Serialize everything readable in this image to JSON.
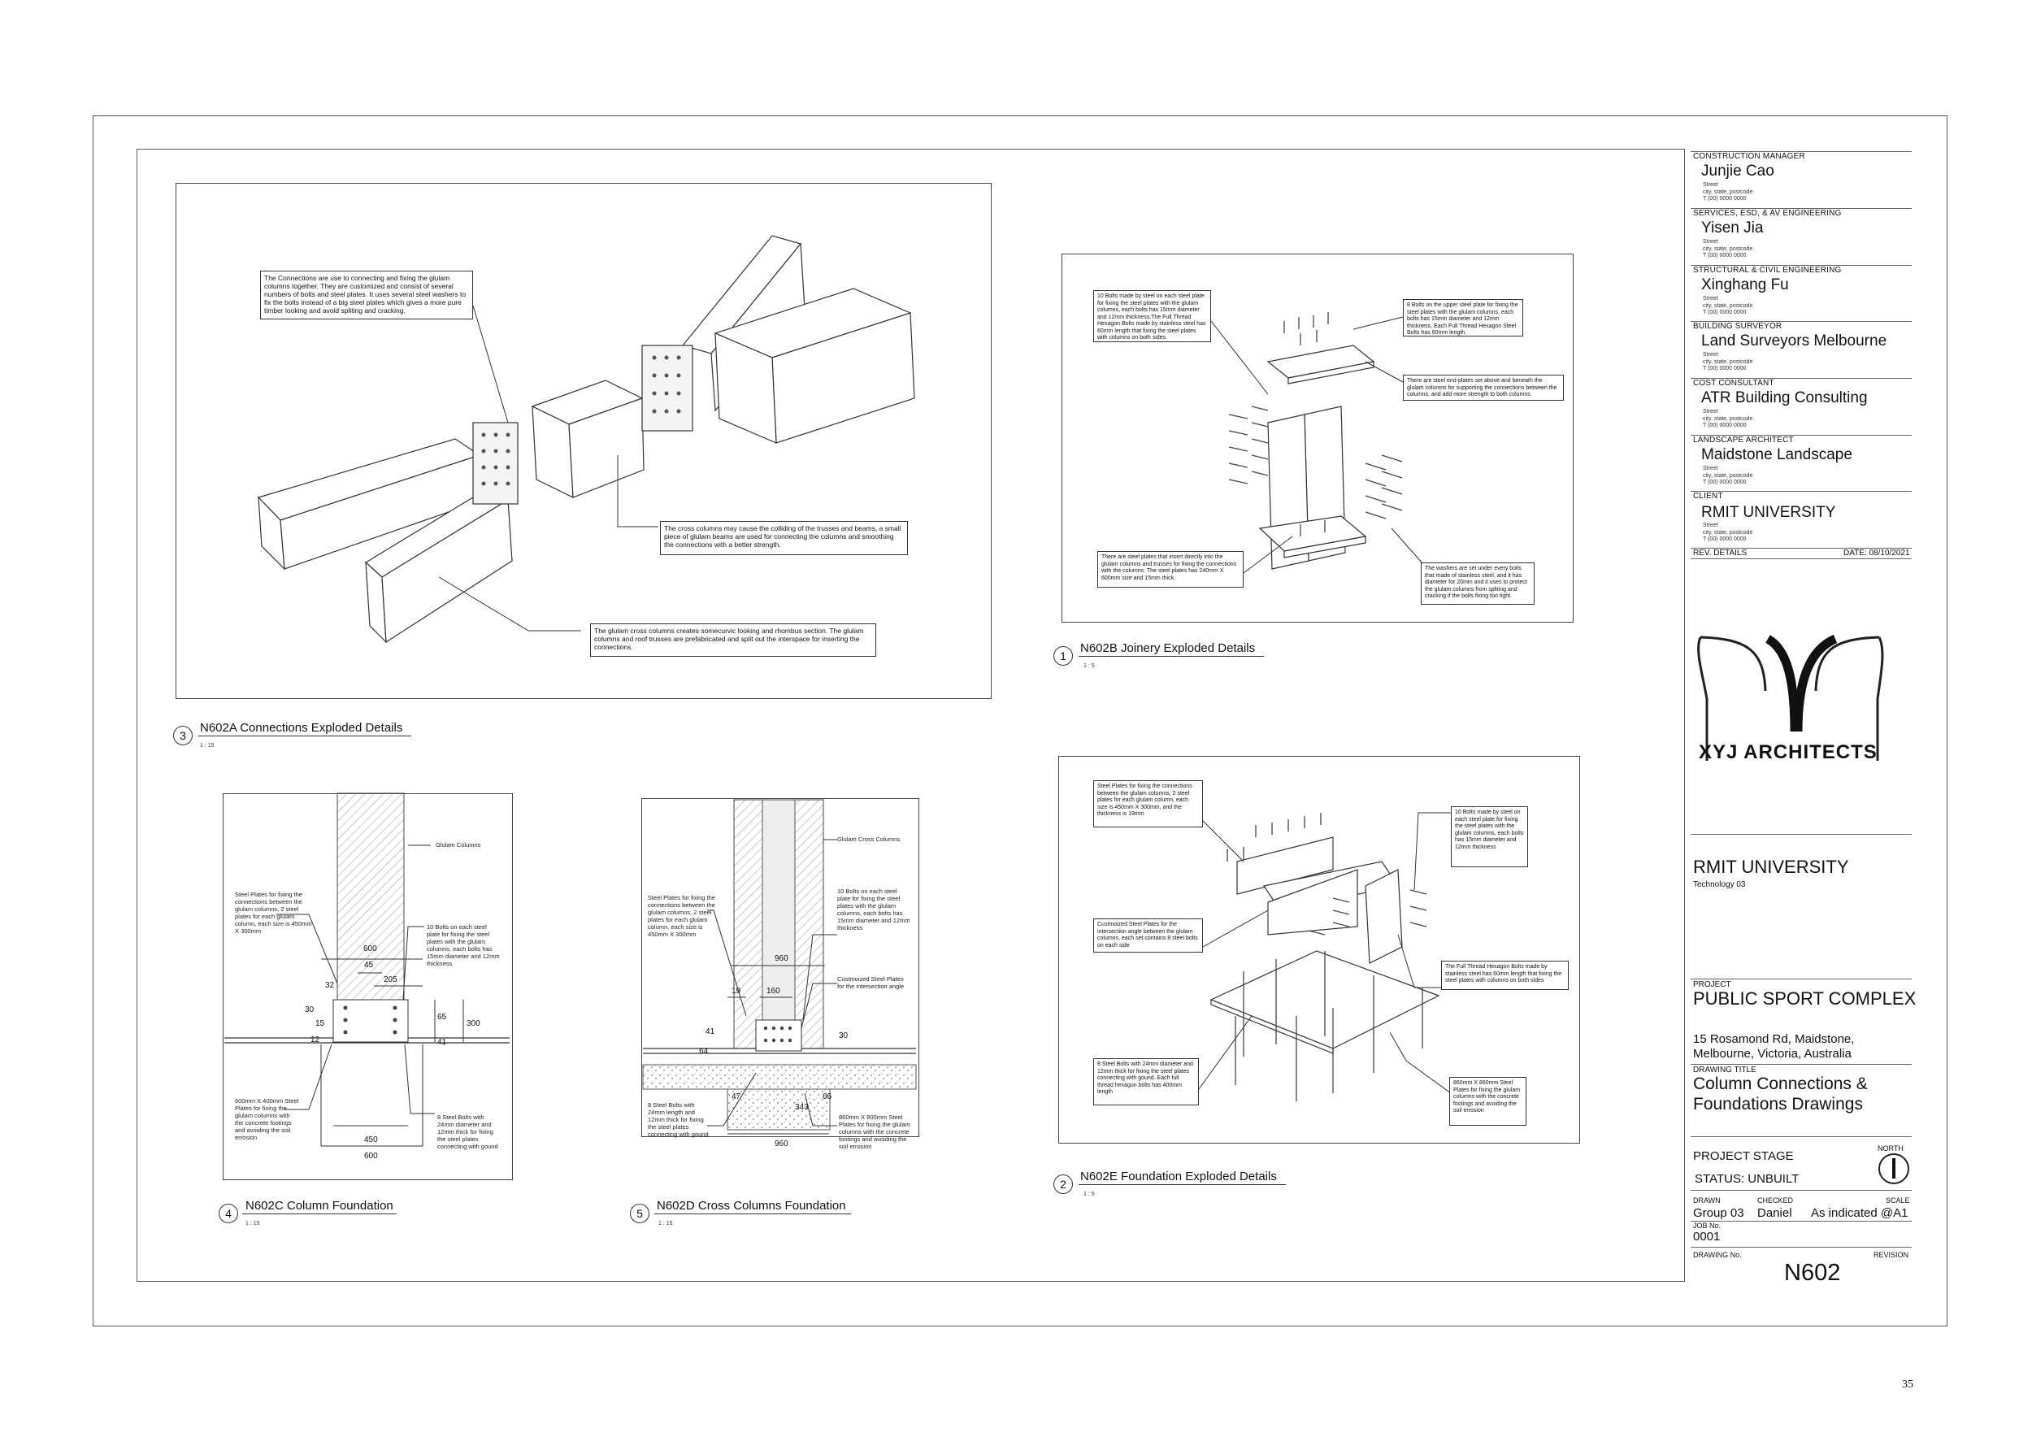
{
  "notes": {
    "a1": "The Connections are use to connecting and fixing the glulam columns together. They are customized and consist of several numbers of bolts and steel plates. It uses several steel washers to fix the bolts instead of a big steel plates which gives a more pure timber looking and avoid spliting and cracking.",
    "a2": "The cross columns may cause the colliding of the trusses and beams, a small piece of glulam beams are used for connecting the columns and smoothing the connections with a better strength.",
    "a3": "The glulam cross columns creates somecurvic looking and rhombus section. The glulam columns and roof trusses are prefabricated and split out the interspace for inserting the connections.",
    "b1": "10 Bolts made by steel on each steel plate for fixing the steel plates with the glulam columns, each bolts has 15mm diameter and 12mm thickness.The Full Thread Hexagon Bolts made by stainless steel has 60mm length that fixing the steel plates with columns on both sides.",
    "b2": "8 Bolts on the upper steel plate for fixing the steel plates with the glulam columns, each bolts has 15mm diameter and 12mm thickness. Each Full Thread Hexagon Steel Bolts has 60mm length.",
    "b3": "There are steel end-plates set above and beneath the glulam columns for supporting the connections between the columns, and add more strength to both columns.",
    "b4": "There are steel plates that insert directly into the glulam columns and trusses for fixing the connections with the columns. The steel plates has 240mm X 600mm size and 15mm thick.",
    "b5": "The washers are set under every bolts that made of stainless steel, and it has diameter for 20mm and it uses to protect the glulam columns from spliting and cracking if the bolts fixing too tight.",
    "c1": "Glulam Columns",
    "c2": "Steel Plates for fixing the connections between the glulam columns, 2 steel plates for each glulam column, each size is 450mm X 300mm",
    "c3": "10 Bolts on each steel plate for fixing the steel plates with the glulam columns, each bolts has 15mm diameter and 12mm thickness",
    "c4": "600mm X 400mm Steel Plates for fixing the glulam columns with the concrete footings and avoiding the soil errosion",
    "c5": "8 Steel Bolts with 24mm diameter and 12mm thick for fixing the steel plates connecting with gound",
    "d1": "Glulam Cross Columns",
    "d2": "Steel Plates for fixing the connections between the glulam columns, 2 steel plates for each glulam column, each size is 450mm X 300mm",
    "d3": "10 Bolts on each steel plate for fixing the steel plates with the glulam columns, each bolts has 15mm diameter and 12mm thickness",
    "d4": "Custmoized Steel Plates for the intersection angle",
    "d5": "8 Steel Bolts with 24mm length and 12mm thick for fixing the steel plates connecting with gound",
    "d6": "860mm X 800mm Steel Plates for fixing the glulam columns with the concrete footings and avoiding the soil errosion",
    "e1": "Steel Plates for fixing the connections between the glulam columns, 2 steel plates for each glulam column, each size is 450mm X 300mm, and the thickness is 19mm",
    "e2": "10 Bolts made by steel on each steel plate for fixing the steel plates with the glulam columns, each bolts has 15mm diameter and 12mm thickness",
    "e3": "Custmoized Steel Plates for the intersection angle between the glulam columns, each set contains 8 steel bolts on each side",
    "e4": "The Full Thread Hexagon Bolts made by stainless steel has 60mm length that fixing the steel plates with columns on both sides",
    "e5": "8 Steel Bolts with 24mm diameter and 12mm thick for fixing the steel plates connecting with gound. Each full thread hexagon bolts has 400mm length",
    "e6": "860mm X 860mm Steel Plates for fixing the glulam columns with the concrete footings and avoiding the soil errosion"
  },
  "dims": {
    "c": {
      "d600t": "600",
      "d45": "45",
      "d205": "205",
      "d32": "32",
      "d30": "30",
      "d15": "15",
      "d12": "12",
      "d65": "65",
      "d41": "41",
      "d300": "300",
      "d450": "450",
      "d600b": "600"
    },
    "d": {
      "d960t": "960",
      "d19": "19",
      "d160": "160",
      "d41": "41",
      "d64": "64",
      "d30": "30",
      "d47": "47",
      "d343": "343",
      "d66": "66",
      "d960b": "960"
    }
  },
  "views": [
    {
      "num": "3",
      "title": "N602A Connections  Exploded Details",
      "scale": "1 : 15"
    },
    {
      "num": "1",
      "title": "N602B Joinery Exploded Details",
      "scale": "1 : 5"
    },
    {
      "num": "4",
      "title": "N602C Column Foundation",
      "scale": "1 : 15"
    },
    {
      "num": "5",
      "title": "N602D Cross Columns Foundation",
      "scale": "1 : 15"
    },
    {
      "num": "2",
      "title": "N602E Foundation Exploded Details",
      "scale": "1 : 5"
    }
  ],
  "consultants": [
    {
      "role": "CONSTRUCTION MANAGER",
      "name": "Junjie Cao"
    },
    {
      "role": "SERVICES, ESD, & AV ENGINEERING",
      "name": "Yisen Jia"
    },
    {
      "role": "STRUCTURAL & CIVIL ENGINEERING",
      "name": "Xinghang Fu"
    },
    {
      "role": "BUILDING SURVEYOR",
      "name": "Land Surveyors Melbourne"
    },
    {
      "role": "COST CONSULTANT",
      "name": "ATR Building Consulting"
    },
    {
      "role": "LANDSCAPE ARCHITECT",
      "name": "Maidstone Landscape"
    },
    {
      "role": "CLIENT",
      "name": "RMIT UNIVERSITY"
    }
  ],
  "address_placeholder": {
    "street": "Street",
    "city": "city, state, postcode",
    "phone": "T (00) 0000 0000"
  },
  "titleblock": {
    "rev_details": "REV.  DETAILS",
    "date": "DATE: 08/10/2021",
    "firm": "XYJ ARCHITECTS",
    "institution": "RMIT UNIVERSITY",
    "course": "Technology 03",
    "project_label": "PROJECT",
    "project": "PUBLIC SPORT COMPLEX",
    "address_line1": "15 Rosamond Rd, Maidstone,",
    "address_line2": "Melbourne, Victoria, Australia",
    "drawing_title_label": "DRAWING TITLE",
    "drawing_title_line1": "Column Connections &",
    "drawing_title_line2": "Foundations Drawings",
    "project_stage": "PROJECT STAGE",
    "north_label": "NORTH",
    "status": "STATUS: UNBUILT",
    "drawn_label": "DRAWN",
    "drawn": "Group 03",
    "checked_label": "CHECKED",
    "checked": "Daniel",
    "scale_label": "SCALE",
    "scale": "As indicated @A1",
    "job_label": "JOB No.",
    "job": "0001",
    "drawing_no_label": "DRAWING No.",
    "revision_label": "REVISION",
    "drawing_no": "N602"
  },
  "page_number": "35"
}
